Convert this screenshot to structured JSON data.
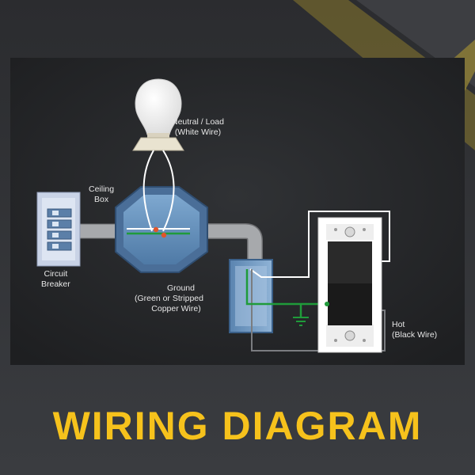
{
  "labels": {
    "neutral_line1": "Neutral / Load",
    "neutral_line2": "(White Wire)",
    "ceiling_line1": "Ceiling",
    "ceiling_line2": "Box",
    "breaker_line1": "Circuit",
    "breaker_line2": "Breaker",
    "ground_line1": "Ground",
    "ground_line2": "(Green or Stripped",
    "ground_line3": "Copper Wire)",
    "hot_line1": "Hot",
    "hot_line2": "(Black Wire)"
  },
  "title": "WIRING DIAGRAM",
  "colors": {
    "title": "#f6c21c",
    "accent_stripe": "#c9a92c",
    "panel": "#26272a",
    "ground_wire": "#1f9b3a",
    "wire_white": "#ffffff",
    "conduit": "#a7a9ac",
    "box_blue": "#4a6e98"
  }
}
